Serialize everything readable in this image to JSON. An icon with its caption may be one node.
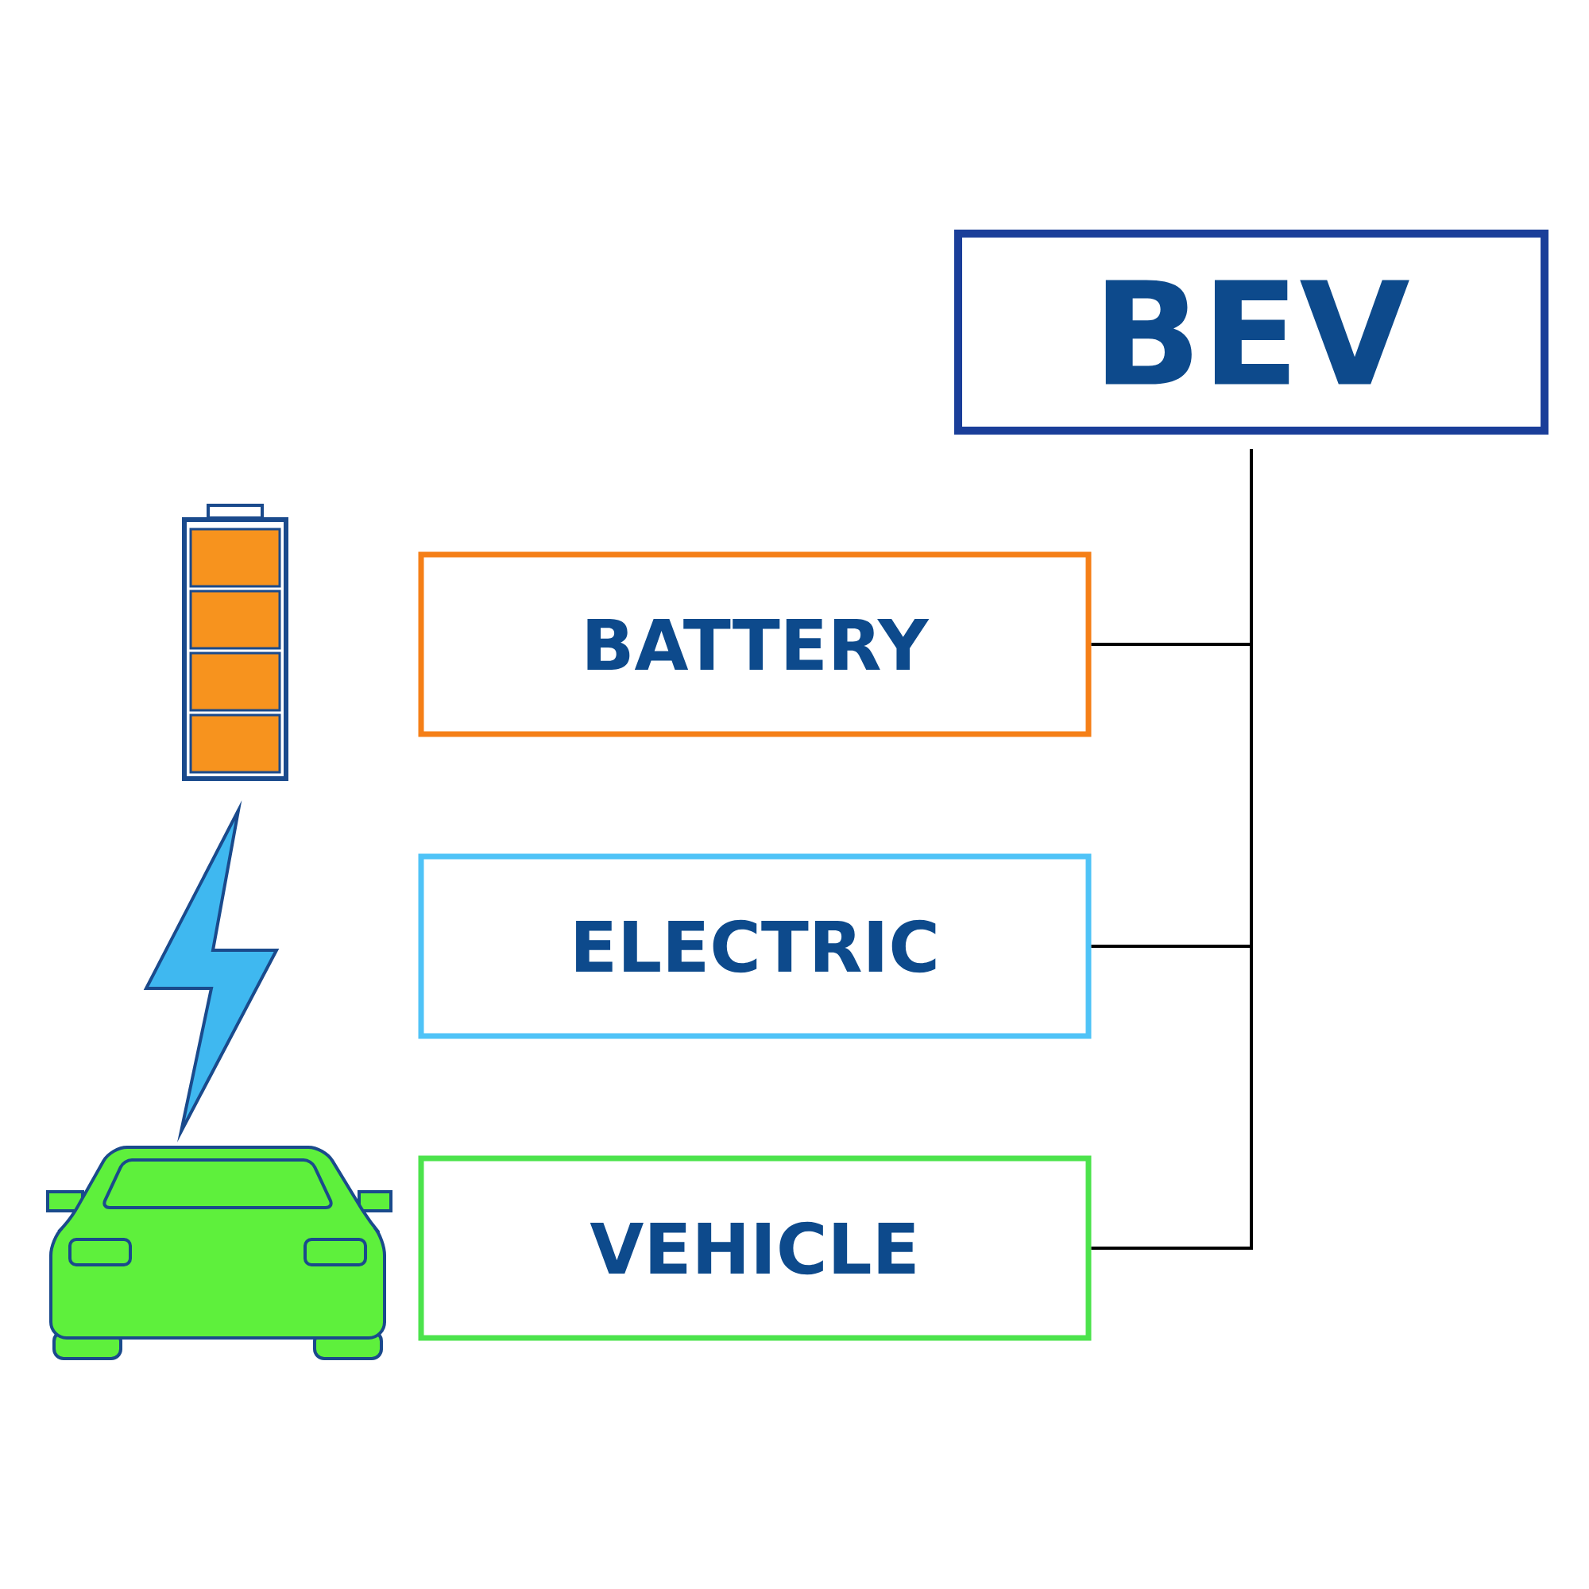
{
  "diagram": {
    "nodes": [
      {
        "text": [
          "BEV"
        ]
      },
      {
        "text": [
          "BATTERY"
        ]
      },
      {
        "text": [
          "ELECTRIC"
        ]
      },
      {
        "text": [
          "VEHICLE"
        ]
      }
    ],
    "edges": [
      {
        "from": 0,
        "to": 1,
        "arrow": "none"
      },
      {
        "from": 0,
        "to": 2,
        "arrow": "none"
      },
      {
        "from": 0,
        "to": 3,
        "arrow": "none"
      }
    ]
  }
}
